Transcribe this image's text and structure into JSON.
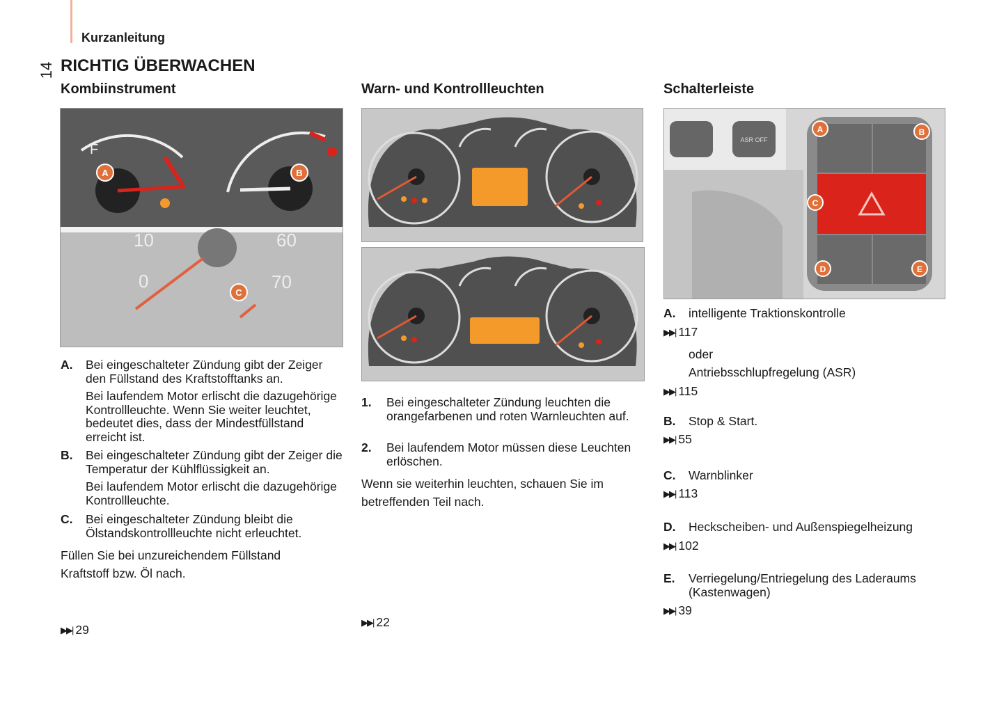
{
  "header": {
    "section": "Kurzanleitung",
    "page_number": "14"
  },
  "title": "RICHTIG ÜBERWACHEN",
  "col1": {
    "title": "Kombiinstrument",
    "items": [
      {
        "key": "A.",
        "text": "Bei eingeschalteter Zündung gibt der Zeiger den Füllstand des Kraftstofftanks an.",
        "sub": "Bei laufendem Motor erlischt die dazugehörige Kontrollleuchte. Wenn Sie weiter leuchtet, bedeutet dies, dass der Mindestfüllstand erreicht ist."
      },
      {
        "key": "B.",
        "text": "Bei eingeschalteter Zündung gibt der Zeiger die Temperatur der Kühlflüssigkeit an.",
        "sub": "Bei laufendem Motor erlischt die dazugehörige Kontrollleuchte."
      },
      {
        "key": "C.",
        "text": "Bei eingeschalteter Zündung bleibt die Ölstandskontrollleuchte nicht erleuchtet."
      }
    ],
    "note": "Füllen Sie bei unzureichendem Füllstand Kraftstoff bzw. Öl nach.",
    "ref": "29",
    "figure": {
      "markers": [
        "A",
        "B",
        "C"
      ],
      "gauge_labels": [
        "F",
        "10",
        "0",
        "60",
        "70"
      ]
    }
  },
  "col2": {
    "title": "Warn- und Kontrollleuchten",
    "items": [
      {
        "key": "1.",
        "text": "Bei eingeschalteter Zündung leuchten die orangefarbenen und roten Warnleuchten auf."
      },
      {
        "key": "2.",
        "text": "Bei laufendem Motor müssen diese Leuchten erlöschen."
      }
    ],
    "note": "Wenn sie weiterhin leuchten, schauen Sie im betreffenden Teil nach.",
    "ref": "22"
  },
  "col3": {
    "title": "Schalterleiste",
    "legend": [
      {
        "key": "A.",
        "text": "intelligente Traktionskontrolle",
        "ref": "117",
        "alt_prefix": "oder",
        "alt_text": "Antriebsschlupfregelung (ASR)",
        "alt_ref": "115"
      },
      {
        "key": "B.",
        "text": "Stop & Start.",
        "ref": "55"
      },
      {
        "key": "C.",
        "text": "Warnblinker",
        "ref": "113"
      },
      {
        "key": "D.",
        "text": "Heckscheiben- und Außenspiegelheizung",
        "ref": "102"
      },
      {
        "key": "E.",
        "text": "Verriegelung/Entriegelung des Laderaums (Kastenwagen)",
        "ref": "39"
      }
    ],
    "figure": {
      "markers": [
        "A",
        "B",
        "C",
        "D",
        "E"
      ],
      "asr_label": "ASR OFF"
    }
  },
  "colors": {
    "accent": "#e0703a",
    "hazard_red": "#d9231b",
    "panel_dark": "#555555",
    "lcd_orange": "#f49a2a"
  },
  "ref_icon": "skip-forward-icon"
}
